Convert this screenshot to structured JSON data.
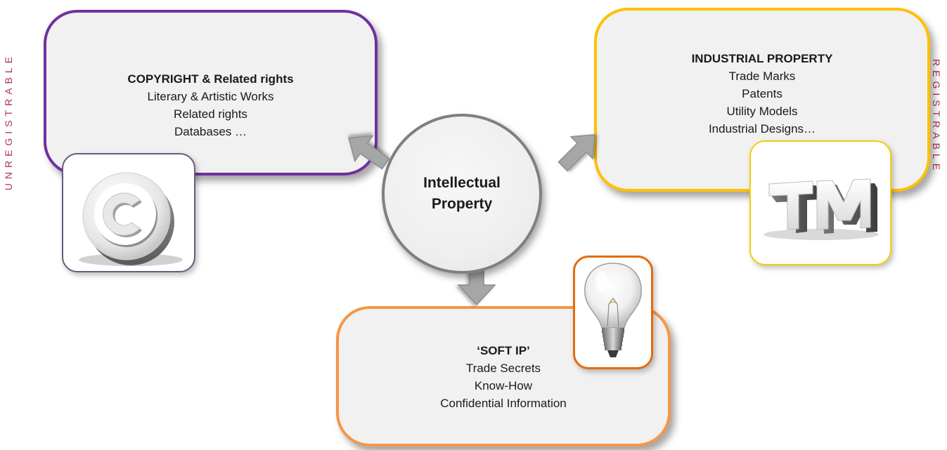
{
  "center": {
    "title": "Intellectual Property"
  },
  "copyright": {
    "heading": "COPYRIGHT & Related rights",
    "items": [
      "Literary & Artistic Works",
      "Related rights",
      "Databases …"
    ],
    "icon": "copyright-symbol-icon"
  },
  "industrial": {
    "heading": "INDUSTRIAL PROPERTY",
    "items": [
      "Trade Marks",
      "Patents",
      "Utility Models",
      "Industrial Designs…"
    ],
    "icon": "trademark-symbol-icon"
  },
  "soft_ip": {
    "heading": "‘SOFT IP’",
    "items": [
      "Trade Secrets",
      "Know-How",
      "Confidential Information"
    ],
    "icon": "light-bulb-icon"
  },
  "side_labels": {
    "left": "UNREGISTRABLE",
    "right": "REGISTRABLE"
  },
  "colors": {
    "copyright_border": "#7030a0",
    "industrial_border": "#ffc000",
    "soft_ip_border": "#f79646",
    "box_fill": "#f1f1f1",
    "arrow_fill": "#a6a6a6",
    "side_label_text": "#b0305a"
  }
}
